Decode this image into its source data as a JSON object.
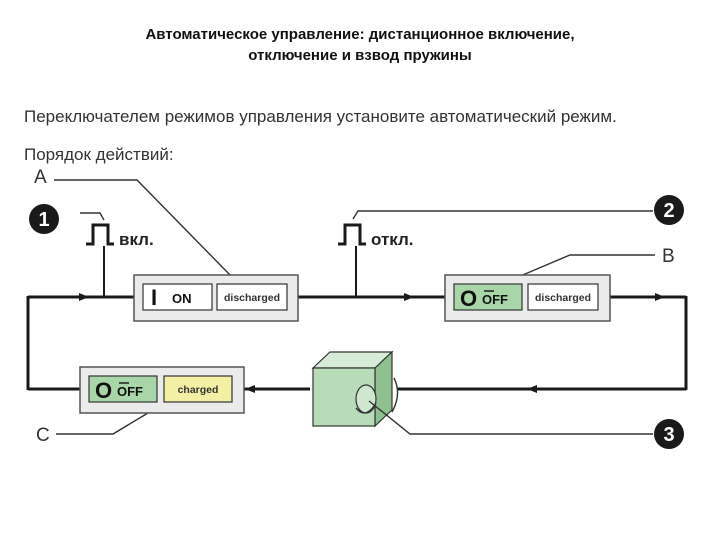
{
  "title": {
    "line1": "Автоматическое управление: дистанционное включение,",
    "line2": "отключение и взвод пружины"
  },
  "instruction": "Переключателем режимов управления установите автоматический режим.",
  "steps_heading": "Порядок действий:",
  "callouts": {
    "a": "A",
    "b": "B",
    "c": "C"
  },
  "steps": {
    "step1": "1",
    "step2": "2",
    "step3": "3"
  },
  "signals": {
    "on_label": "вкл.",
    "off_label": "откл."
  },
  "panels": {
    "panel_a": {
      "indicator_symbol": "I",
      "indicator_text": "ON",
      "status": "discharged"
    },
    "panel_b": {
      "indicator_symbol": "O",
      "indicator_text": "OFF",
      "status": "discharged"
    },
    "panel_c": {
      "indicator_symbol": "O",
      "indicator_text": "OFF",
      "status": "charged"
    }
  },
  "colors": {
    "line": "#1a1a1a",
    "panel_bg": "#ebebeb",
    "off_indicator": "#a9d6a9",
    "charged_bg": "#f3f0a6",
    "motor_front": "#b8dcb8",
    "motor_top": "#d6ecd6",
    "motor_side": "#8fc18f",
    "step_badge": "#1a1a1a"
  }
}
